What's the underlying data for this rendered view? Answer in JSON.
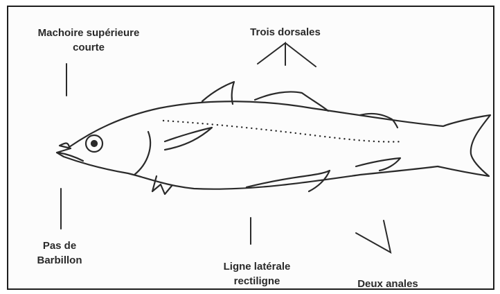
{
  "labels": {
    "machoire": {
      "line1": "Machoire supérieure",
      "line2": "courte"
    },
    "dorsales": {
      "line1": "Trois dorsales"
    },
    "barbillon": {
      "line1": "Pas de",
      "line2": "Barbillon"
    },
    "ligne": {
      "line1": "Ligne latérale",
      "line2": "rectiligne"
    },
    "anales": {
      "line1": "Deux anales"
    }
  },
  "colors": {
    "ink": "#2a2a2a",
    "frame": "#1d1d1d",
    "background": "#fcfcfc"
  }
}
